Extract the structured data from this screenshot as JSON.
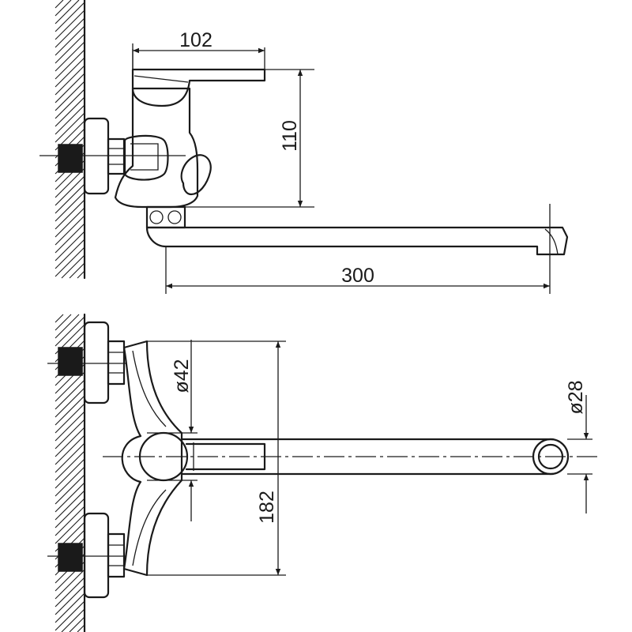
{
  "dimensions": {
    "top_width": "102",
    "top_height": "110",
    "spout_length": "300",
    "body_diameter": "ø42",
    "spout_diameter": "ø28",
    "center_distance": "182"
  }
}
